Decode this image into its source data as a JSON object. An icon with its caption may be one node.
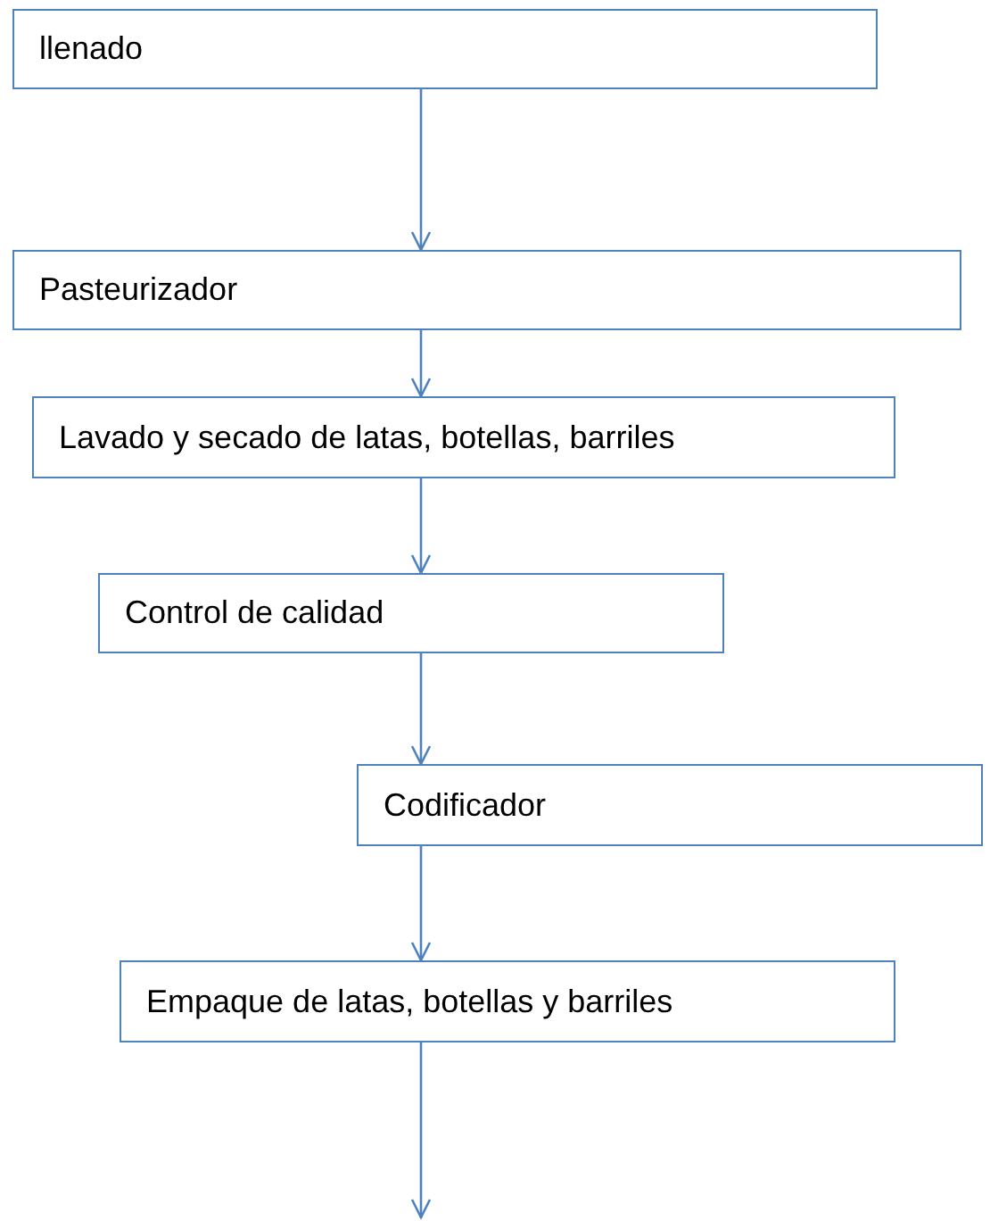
{
  "diagram": {
    "nodes": [
      {
        "text": [
          "llenado"
        ]
      },
      {
        "text": [
          "Pasteurizador"
        ]
      },
      {
        "text": [
          "Lavado y secado de latas, botellas, barriles"
        ]
      },
      {
        "text": [
          "Control de calidad"
        ]
      },
      {
        "text": [
          "Codificador"
        ]
      },
      {
        "text": [
          "Empaque de latas, botellas y barriles"
        ]
      }
    ],
    "edges": [
      {
        "from": 0,
        "to": 1,
        "arrow": "to"
      },
      {
        "from": 1,
        "to": 2,
        "arrow": "to"
      },
      {
        "from": 2,
        "to": 3,
        "arrow": "to"
      },
      {
        "from": 3,
        "to": 4,
        "arrow": "to"
      },
      {
        "from": 4,
        "to": 5,
        "arrow": "to"
      },
      {
        "from": 5,
        "to": null,
        "arrow": "to"
      }
    ]
  }
}
